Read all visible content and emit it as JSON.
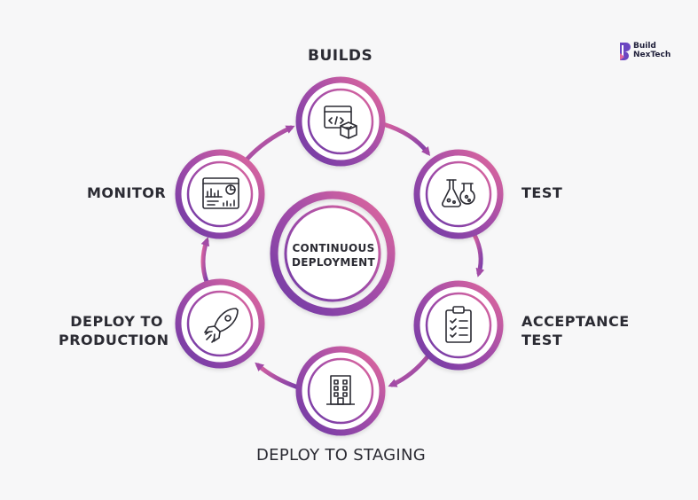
{
  "center": {
    "line1": "CONTINUOUS",
    "line2": "DEPLOYMENT"
  },
  "stages": {
    "builds": "BUILDS",
    "test": "TEST",
    "acceptance_line1": "ACCEPTANCE",
    "acceptance_line2": "TEST",
    "staging": "DEPLOY TO STAGING",
    "production_line1": "DEPLOY TO",
    "production_line2": "PRODUCTION",
    "monitor": "MONITOR"
  },
  "logo": {
    "line1": "Build",
    "line2": "NexTech"
  },
  "icons": {
    "builds": "code-window-box-icon",
    "test": "flasks-icon",
    "acceptance": "checklist-clipboard-icon",
    "staging": "building-icon",
    "production": "rocket-icon",
    "monitor": "dashboard-chart-icon"
  },
  "colors": {
    "gradient_start": "#7b3fa8",
    "gradient_end": "#e0669e",
    "text": "#2b2b33",
    "background": "#f7f7f8"
  }
}
